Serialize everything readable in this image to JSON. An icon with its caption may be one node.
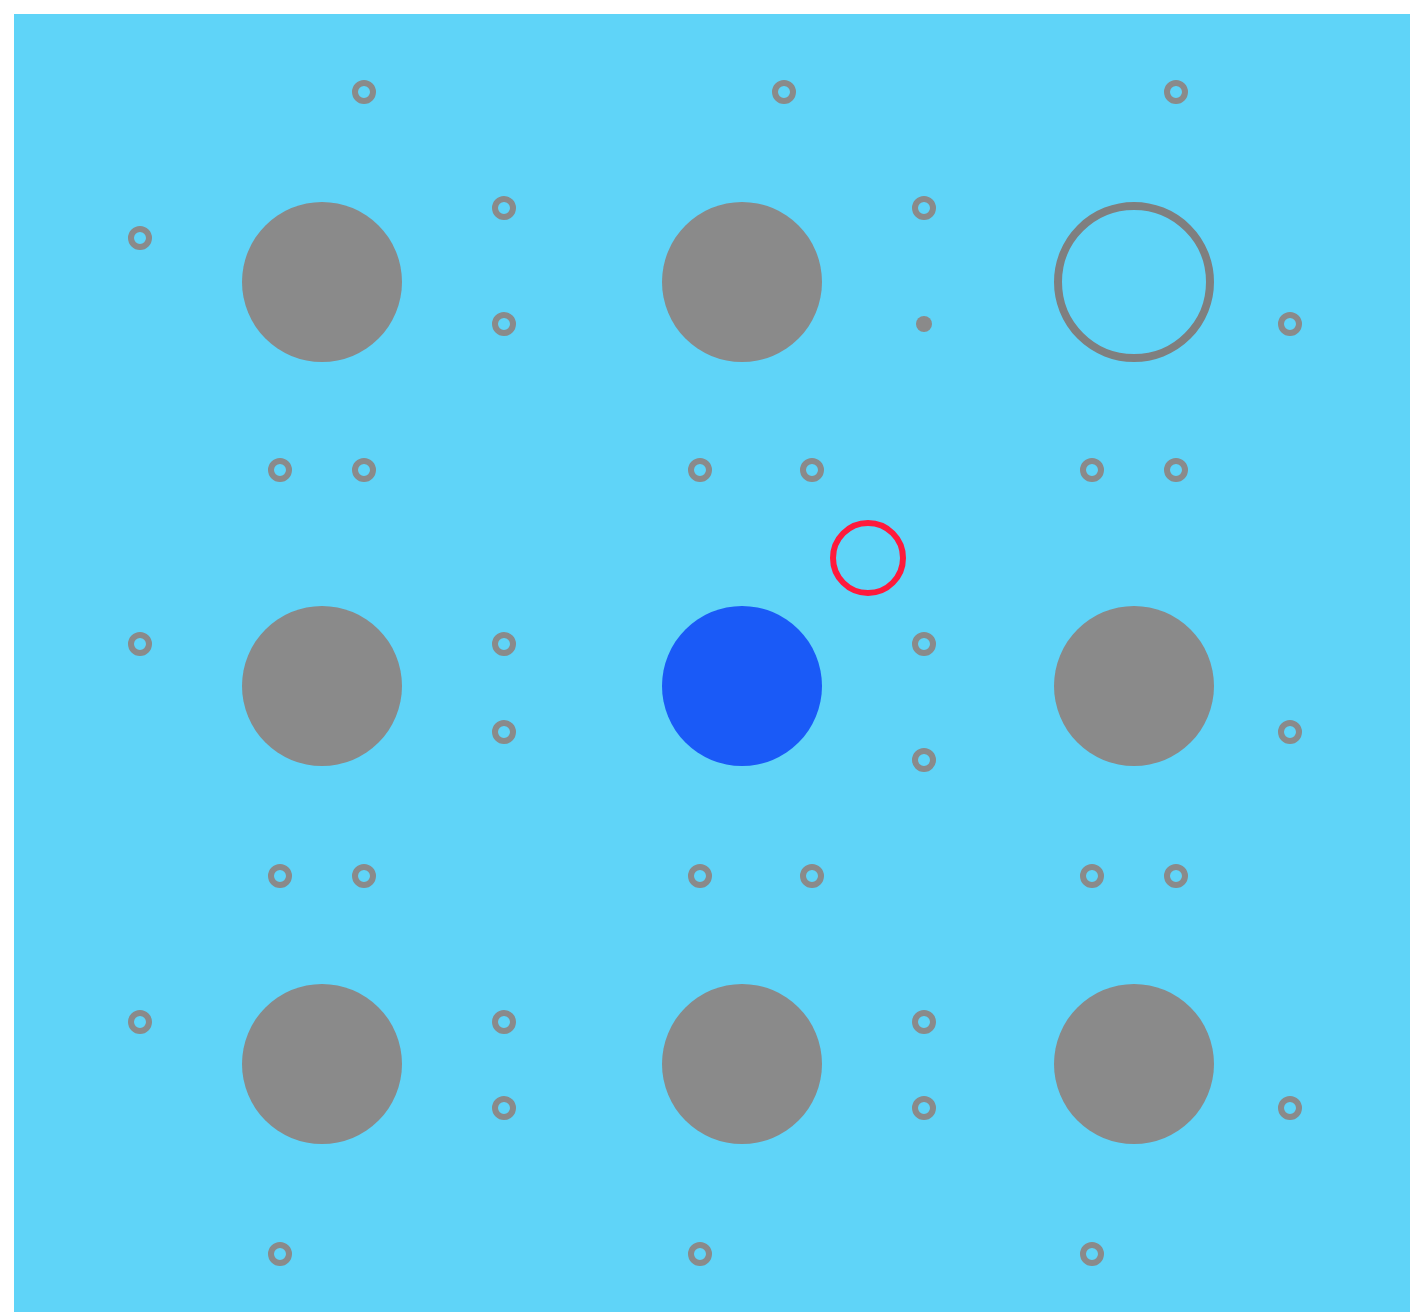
{
  "diagram": {
    "nodes": [
      {
        "text": [],
        "shape": "circle"
      },
      {
        "text": [],
        "shape": "circle"
      },
      {
        "text": [],
        "shape": "circle"
      },
      {
        "text": [],
        "shape": "circle"
      },
      {
        "text": [],
        "shape": "circle"
      },
      {
        "text": [],
        "shape": "circle"
      },
      {
        "text": [],
        "shape": "circle"
      },
      {
        "text": [],
        "shape": "circle"
      },
      {
        "text": [],
        "shape": "circle"
      },
      {
        "text": [],
        "shape": "circle"
      }
    ]
  }
}
